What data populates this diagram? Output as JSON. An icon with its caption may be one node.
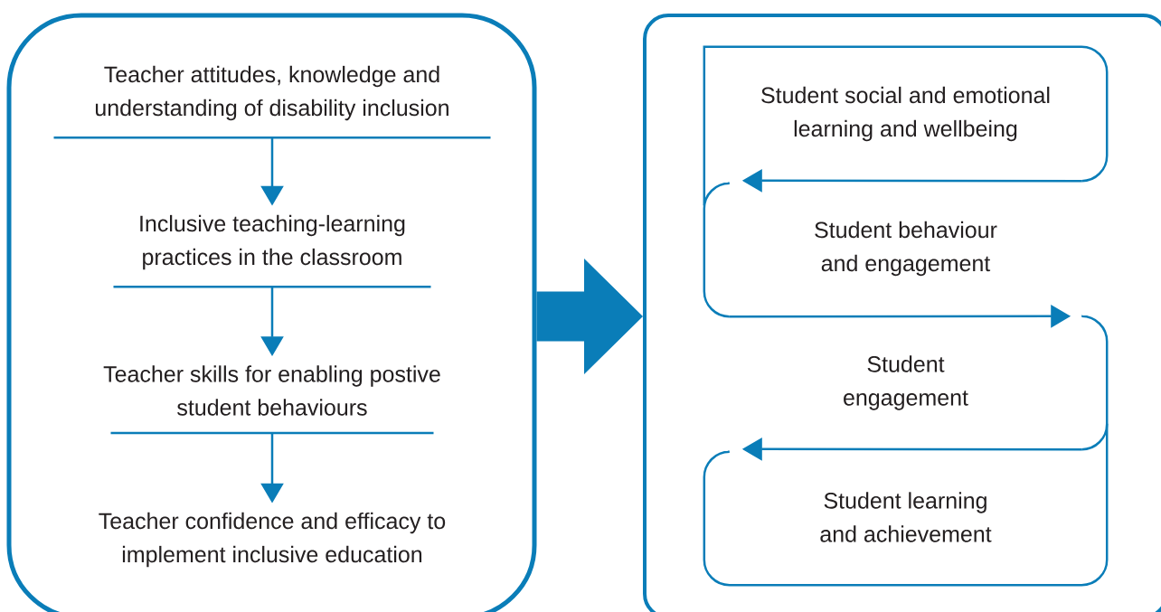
{
  "diagram": {
    "nodes": [
      {
        "text": [],
        "shape": "box"
      },
      {
        "text": [
          "Teacher attitudes, knowledge and understanding of disability inclusion"
        ],
        "in": 0
      },
      {
        "text": [
          "Inclusive teaching-learning practices in the classroom"
        ],
        "in": 0
      },
      {
        "text": [
          "Teacher skills for enabling postive student behaviours"
        ],
        "in": 0
      },
      {
        "text": [
          "Teacher confidence and efficacy to implement inclusive education"
        ],
        "in": 0
      },
      {
        "text": [],
        "shape": "box"
      },
      {
        "text": [
          "Student social and emotional learning and wellbeing"
        ],
        "in": 5
      },
      {
        "text": [
          "Student behaviour and engagement"
        ],
        "in": 5
      },
      {
        "text": [
          "Student engagement"
        ],
        "in": 5
      },
      {
        "text": [
          "Student learning and achievement"
        ],
        "in": 5
      }
    ],
    "edges": [
      {
        "from": 0,
        "to": 5,
        "arrow": "to",
        "style": "thick"
      },
      {
        "from": 1,
        "to": 2,
        "arrow": "to"
      },
      {
        "from": 2,
        "to": 3,
        "arrow": "to"
      },
      {
        "from": 3,
        "to": 4,
        "arrow": "to"
      },
      {
        "from": 6,
        "to": 7,
        "arrow": "to"
      },
      {
        "from": 7,
        "to": 8,
        "arrow": "to"
      },
      {
        "from": 8,
        "to": 9,
        "arrow": "to"
      }
    ]
  }
}
